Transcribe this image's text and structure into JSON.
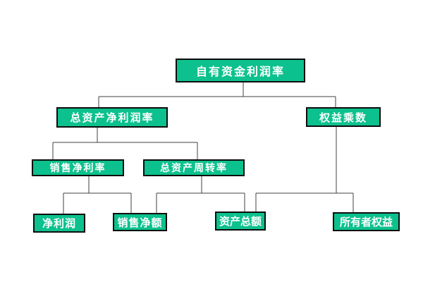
{
  "diagram": {
    "type": "tree",
    "background_color": "#ffffff",
    "node_fill_color": "#0cc18d",
    "node_border_color": "#0d0d0d",
    "node_text_color": "#ffffff",
    "connector_color": "#404040",
    "nodes": {
      "roe": {
        "label": "自有资金利润率"
      },
      "roa": {
        "label": "总资产净利润率"
      },
      "equity_multiplier": {
        "label": "权益乘数"
      },
      "net_profit_margin": {
        "label": "销售净利率"
      },
      "asset_turnover": {
        "label": "总资产周转率"
      },
      "net_profit": {
        "label": "净利润"
      },
      "net_sales": {
        "label": "销售净额"
      },
      "total_assets": {
        "label": "资产总额"
      },
      "owners_equity": {
        "label": "所有者权益"
      }
    },
    "edges": [
      [
        "roe",
        "roa"
      ],
      [
        "roe",
        "equity_multiplier"
      ],
      [
        "roa",
        "net_profit_margin"
      ],
      [
        "roa",
        "asset_turnover"
      ],
      [
        "net_profit_margin",
        "net_profit"
      ],
      [
        "net_profit_margin",
        "net_sales"
      ],
      [
        "asset_turnover",
        "net_sales"
      ],
      [
        "asset_turnover",
        "total_assets"
      ],
      [
        "equity_multiplier",
        "total_assets"
      ],
      [
        "equity_multiplier",
        "owners_equity"
      ]
    ]
  }
}
